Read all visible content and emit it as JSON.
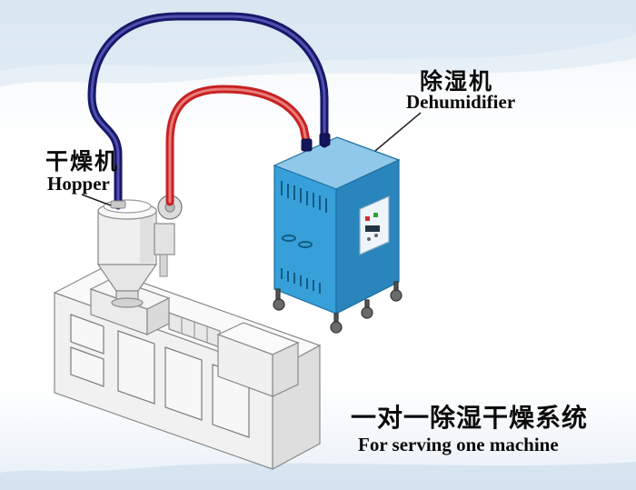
{
  "labels": {
    "hopper": {
      "cn": "干燥机",
      "en": "Hopper"
    },
    "dehumidifier": {
      "cn": "除湿机",
      "en": "Dehumidifier"
    },
    "caption": {
      "cn": "一对一除湿干燥系统",
      "en": "For serving one machine"
    }
  },
  "colors": {
    "pipe_red": "#c62222",
    "pipe_blue": "#18186a",
    "cabinet_front": "#37a0d8",
    "cabinet_side": "#2a85bd",
    "cabinet_top": "#8fc8e8"
  }
}
